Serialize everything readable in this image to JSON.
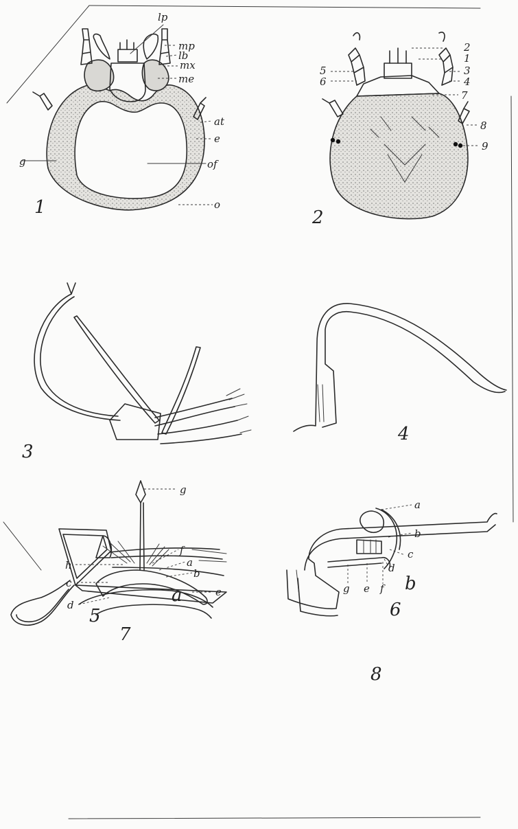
{
  "figures": [
    {
      "number": "1",
      "labels": {
        "lp": "lp",
        "mp": "mp",
        "lb": "lb",
        "mx": "mx",
        "me": "me",
        "at": "at",
        "e": "e",
        "g": "g",
        "of": "of",
        "o": "o"
      }
    },
    {
      "number": "2",
      "labels": {
        "n2": "2",
        "n1": "1",
        "n5": "5",
        "n6": "6",
        "n3": "3",
        "n4": "4",
        "n7": "7",
        "n8": "8",
        "n9": "9"
      }
    },
    {
      "number": "3"
    },
    {
      "number": "4"
    },
    {
      "number": "5",
      "labels": {
        "a": "a"
      }
    },
    {
      "number": "6",
      "labels": {
        "b": "b"
      }
    },
    {
      "number": "7",
      "labels": {
        "g": "g",
        "h": "h",
        "f": "f",
        "a": "a",
        "b": "b",
        "c": "c",
        "e": "e",
        "d": "d"
      }
    },
    {
      "number": "8",
      "labels": {
        "a": "a",
        "b": "b",
        "c": "c",
        "d": "d",
        "g": "g",
        "e": "e",
        "f": "f"
      }
    }
  ],
  "colors": {
    "paper": "#fbfbfa",
    "ink": "#2a2a2a",
    "stipple": "#d9d8d4"
  }
}
